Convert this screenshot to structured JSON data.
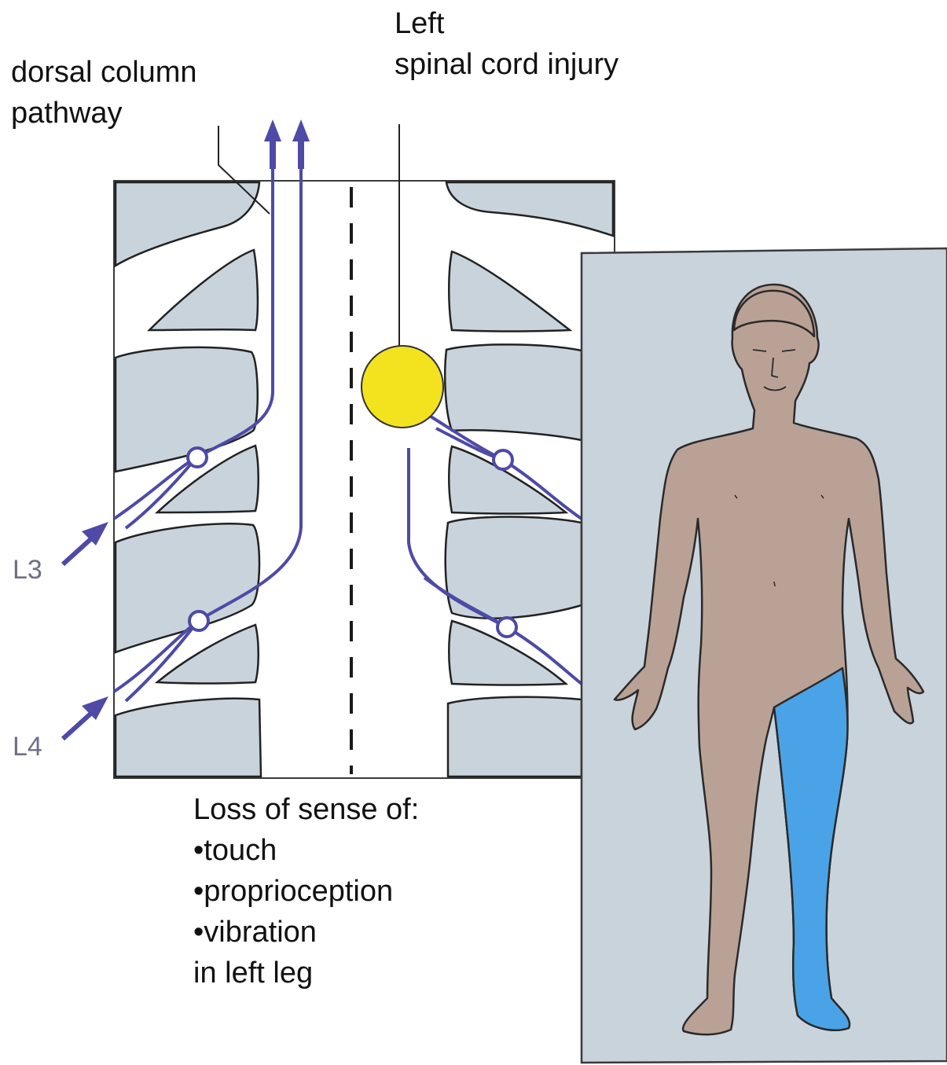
{
  "labels": {
    "pathway_line1": "dorsal column",
    "pathway_line2": "pathway",
    "injury_line1": "Left",
    "injury_line2": "spinal cord injury",
    "level_upper": "L3",
    "level_lower": "L4"
  },
  "deficit": {
    "heading": "Loss of sense of:",
    "items": [
      "•touch",
      "•proprioception",
      "•vibration"
    ],
    "footer": "in left leg"
  },
  "colors": {
    "pathway": "#4e4aa6",
    "bone": "#c9d3dc",
    "injury": "#f3e31f",
    "skin": "#baa196",
    "affected_leg": "#4aa3e6",
    "panel": "#c9d3dc"
  }
}
